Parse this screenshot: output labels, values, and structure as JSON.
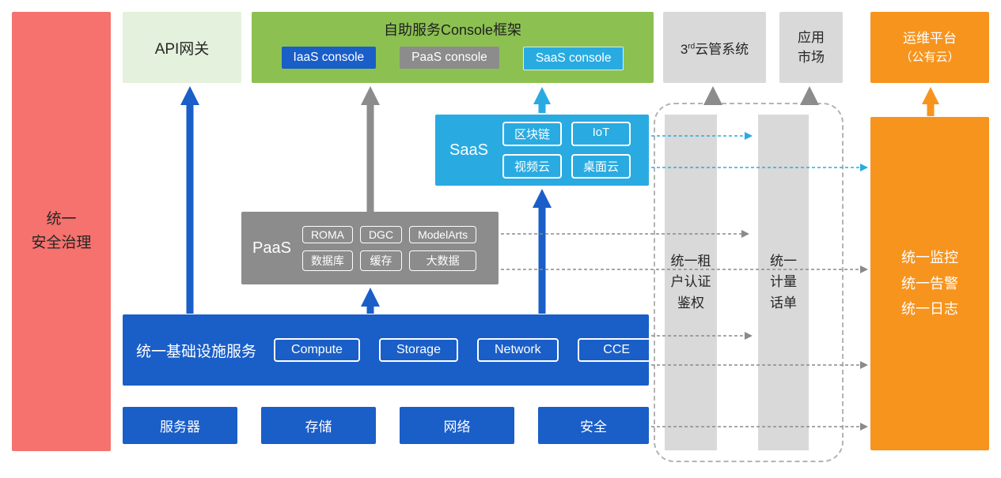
{
  "palette": {
    "blue": "#1A5EC8",
    "cyan": "#29ABE2",
    "gray": "#8C8C8C",
    "green": "#8CC152",
    "pale_green": "#E4F1DC",
    "light_gray": "#D9D9D9",
    "orange": "#F7941E",
    "red": "#F5726E"
  },
  "security_bar": {
    "lines": [
      "统一",
      "安全治理"
    ]
  },
  "api_gateway": {
    "label": "API网关"
  },
  "console_frame": {
    "title": "自助服务Console框架",
    "buttons": [
      {
        "label": "IaaS console"
      },
      {
        "label": "PaaS console"
      },
      {
        "label": "SaaS console"
      }
    ]
  },
  "third_cloud": {
    "prefix": "3",
    "sup": "rd",
    "suffix": "云管系统"
  },
  "app_market": {
    "lines": [
      "应用",
      "市场"
    ]
  },
  "om_platform": {
    "lines": [
      "运维平台",
      "（公有云）"
    ]
  },
  "saas": {
    "label": "SaaS",
    "chips": [
      "区块链",
      "IoT",
      "视频云",
      "桌面云"
    ]
  },
  "paas": {
    "label": "PaaS",
    "chips": [
      "ROMA",
      "DGC",
      "ModelArts",
      "数据库",
      "缓存",
      "大数据"
    ]
  },
  "iaas": {
    "label": "统一基础设施服务",
    "chips": [
      "Compute",
      "Storage",
      "Network",
      "CCE"
    ]
  },
  "infra_boxes": [
    "服务器",
    "存储",
    "网络",
    "安全"
  ],
  "auth_bar": {
    "lines": [
      "统一租",
      "户认证",
      "鉴权"
    ]
  },
  "metering_bar": {
    "lines": [
      "统一",
      "计量",
      "话单"
    ]
  },
  "ops_box": {
    "lines": [
      "统一监控",
      "统一告警",
      "统一日志"
    ]
  }
}
